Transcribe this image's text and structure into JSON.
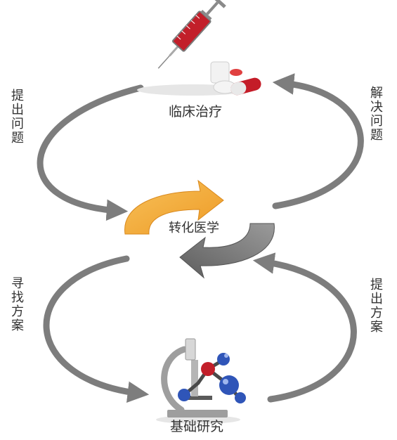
{
  "nodes": {
    "top": "临床治疗",
    "center": "转化医学",
    "bottom": "基础研究"
  },
  "edge_labels": {
    "top_left": "提出问题",
    "top_right": "解决问题",
    "bottom_left": "寻找方案",
    "bottom_right": "提出方案"
  },
  "icons": {
    "top": "syringe-and-pills-icon",
    "center": "cycle-arrows-icon",
    "bottom": "microscope-molecule-icon"
  },
  "colors": {
    "arrow_gray": "#7d7d7d",
    "orange": "#f4a836",
    "dark_gray": "#6f6f6f",
    "blood_red": "#c21f2a",
    "molecule_blue": "#2f55b8"
  }
}
